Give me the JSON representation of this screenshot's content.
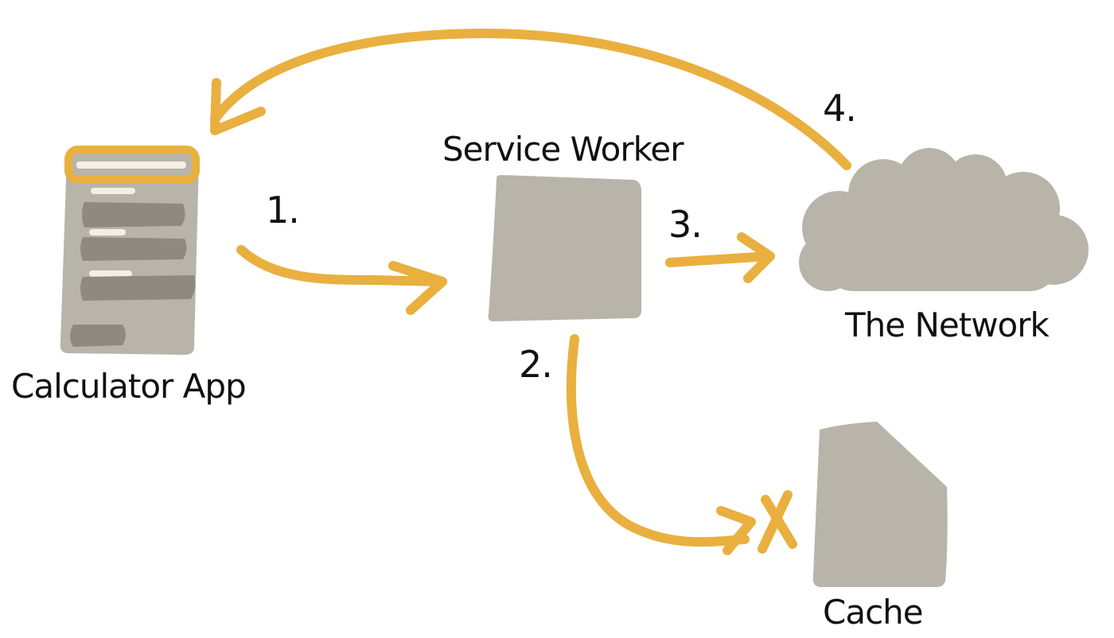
{
  "nodes": {
    "calculator_app": "Calculator App",
    "service_worker": "Service Worker",
    "network": "The Network",
    "cache": "Cache"
  },
  "steps": {
    "step1": "1.",
    "step2": "2.",
    "step3": "3.",
    "step4": "4."
  },
  "colors": {
    "arrow": "#e9b03f",
    "shape": "#b8b4aa",
    "shape_dark": "#8f8a80",
    "highlight": "#f4efe3",
    "text": "#111111"
  }
}
